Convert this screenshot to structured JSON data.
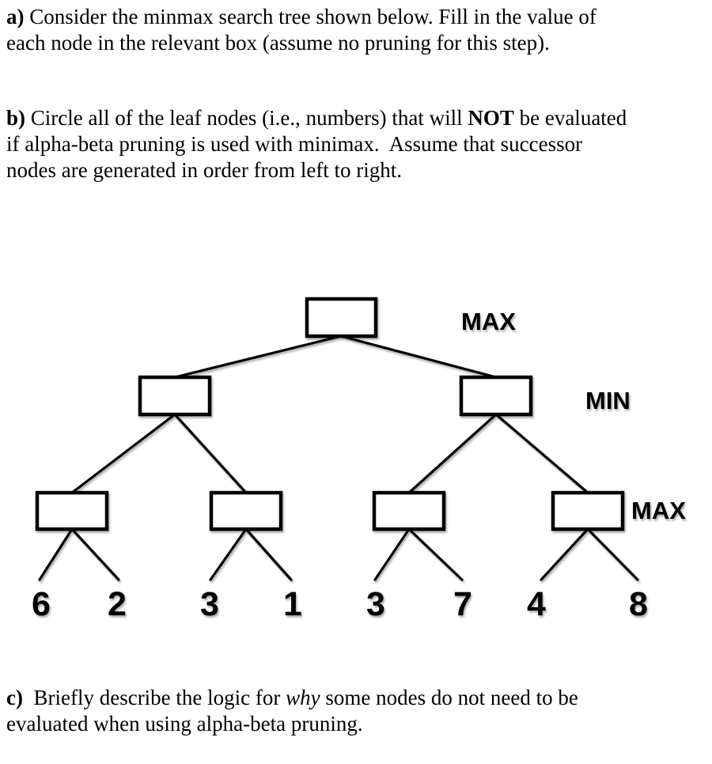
{
  "colors": {
    "ink": "#000000",
    "background": "#ffffff"
  },
  "document": {
    "question_a": {
      "label": "a)",
      "line1": " Consider the minmax search tree shown below. Fill in the value of",
      "line2": "each node in the relevant box (assume no pruning for this step)."
    },
    "question_b": {
      "label": "b)",
      "line1_pre": " Circle all of the leaf nodes (i.e., numbers) that will ",
      "line1_bold": "NOT",
      "line1_post": " be evaluated",
      "line2": "if alpha-beta pruning is used with minimax.  Assume that successor",
      "line3": "nodes are generated in order from left to right."
    },
    "question_c": {
      "label": "c)",
      "line1_pre": "  Briefly describe the logic for ",
      "line1_italic": "why",
      "line1_post": " some nodes do not need to be",
      "line2": "evaluated when using alpha-beta pruning."
    }
  },
  "tree": {
    "levels": {
      "root": "MAX",
      "middle": "MIN",
      "lower": "MAX"
    },
    "leaves": [
      "6",
      "2",
      "3",
      "1",
      "3",
      "7",
      "4",
      "8"
    ]
  }
}
